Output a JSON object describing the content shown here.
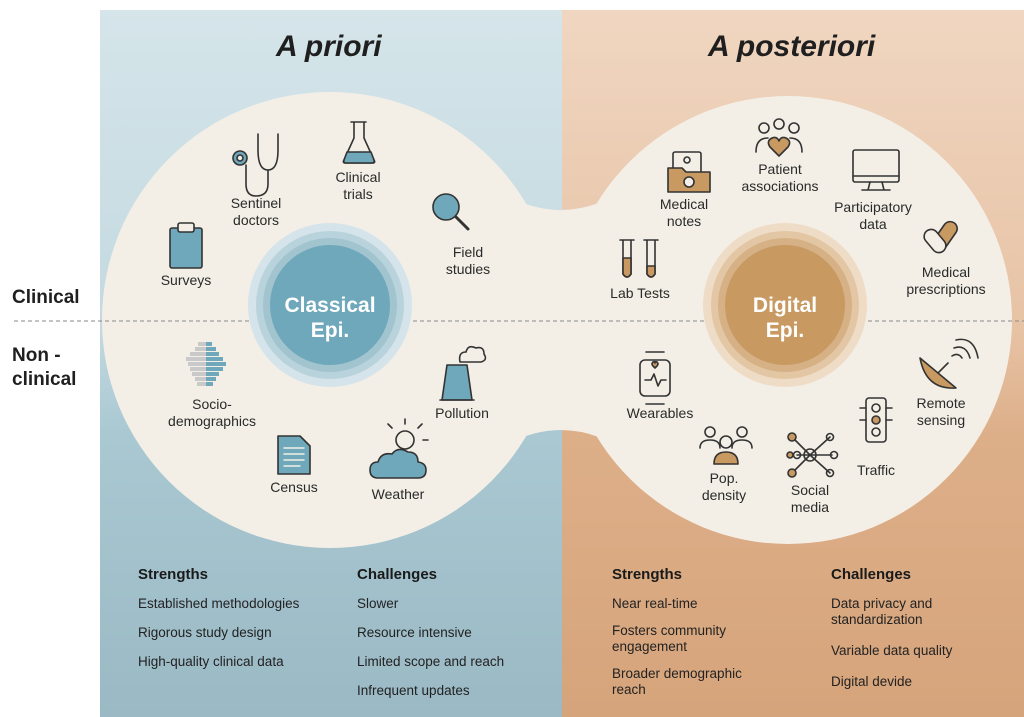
{
  "titles": {
    "left": "A priori",
    "right": "A posteriori"
  },
  "row_labels": {
    "clinical": "Clinical",
    "non_clinical": "Non -\nclinical"
  },
  "centers": {
    "classical": "Classical\nEpi.",
    "digital": "Digital\nEpi."
  },
  "sources": {
    "surveys": "Surveys",
    "sentinel": "Sentinel\ndoctors",
    "clinical_trials": "Clinical\ntrials",
    "field_studies": "Field\nstudies",
    "sociodemographics": "Socio-\ndemographics",
    "census": "Census",
    "weather": "Weather",
    "pollution": "Pollution",
    "lab_tests": "Lab Tests",
    "medical_notes": "Medical\nnotes",
    "patient_associations": "Patient\nassociations",
    "participatory": "Participatory\ndata",
    "prescriptions": "Medical\nprescriptions",
    "wearables": "Wearables",
    "pop_density": "Pop.\ndensity",
    "social_media": "Social\nmedia",
    "traffic": "Traffic",
    "remote_sensing": "Remote\nsensing"
  },
  "left_panel": {
    "strengths_title": "Strengths",
    "strengths": [
      "Established methodologies",
      "Rigorous study design",
      "High-quality clinical data"
    ],
    "challenges_title": "Challenges",
    "challenges": [
      "Slower",
      "Resource intensive",
      "Limited scope and reach",
      "Infrequent updates"
    ]
  },
  "right_panel": {
    "strengths_title": "Strengths",
    "strengths": [
      "Near real-time",
      "Fosters community\nengagement",
      "Broader demographic\nreach"
    ],
    "challenges_title": "Challenges",
    "challenges": [
      "Data privacy and\nstandardization",
      "Variable data quality",
      "Digital devide"
    ]
  },
  "colors": {
    "blue_light": "#cfe0e6",
    "blue_dark": "#9fc1cc",
    "blue_center": "#6fa8bb",
    "tan_light": "#edd2bb",
    "tan_dark": "#d9a982",
    "tan_center": "#c89a62",
    "cream": "#f3efe6"
  }
}
